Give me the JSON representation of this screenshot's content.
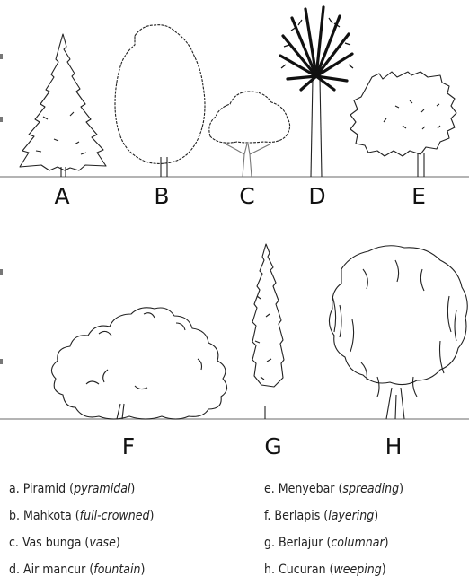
{
  "letters_top": [
    "A",
    "B",
    "C",
    "D",
    "E"
  ],
  "letters_bottom": [
    "F",
    "G",
    "H"
  ],
  "legend": [
    {
      "key": "a.",
      "name": "Piramid",
      "term": "pyramidal"
    },
    {
      "key": "b.",
      "name": "Mahkota",
      "term": "full-crowned"
    },
    {
      "key": "c.",
      "name": "Vas bunga",
      "term": "vase"
    },
    {
      "key": "d.",
      "name": "Air mancur",
      "term": "fountain"
    },
    {
      "key": "e.",
      "name": "Menyebar",
      "term": "spreading"
    },
    {
      "key": "f.",
      "name": "Berlapis",
      "term": "layering"
    },
    {
      "key": "g.",
      "name": "Berlajur",
      "term": "columnar"
    },
    {
      "key": "h.",
      "name": "Cucuran",
      "term": "weeping"
    }
  ],
  "colors": {
    "line": "#222222",
    "ground": "#888888"
  }
}
